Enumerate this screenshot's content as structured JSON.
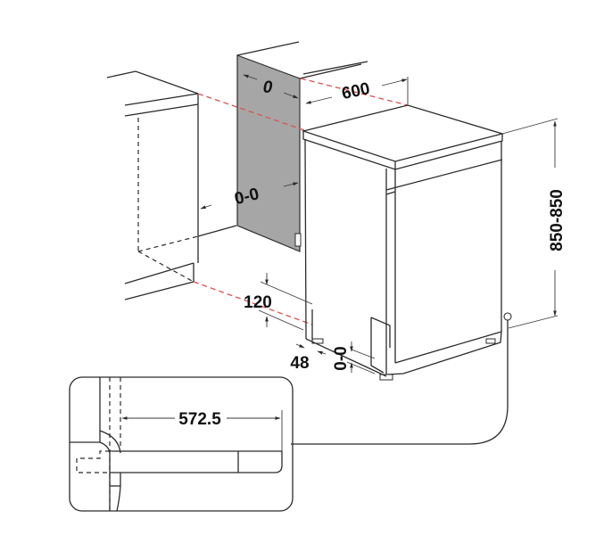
{
  "diagram": {
    "type": "dishwasher-installation-dimensions",
    "colors": {
      "line": "#2b2b2b",
      "panel_fill": "#a6a6a6",
      "guide_dashed": "#d9534f",
      "background": "#ffffff"
    },
    "dimensions": {
      "side_gap_top": "0",
      "width": "600",
      "height": "850-850",
      "side_gap_range": "0-0",
      "plinth_height": "120",
      "foot_offset": "48",
      "floor_gap": "0-0",
      "door_depth_detail": "572.5"
    }
  }
}
